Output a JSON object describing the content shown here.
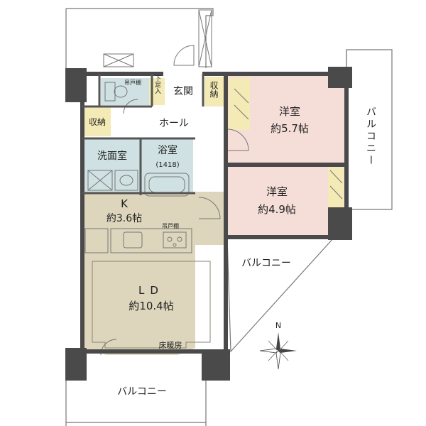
{
  "rooms": {
    "genkan": "玄関",
    "getabako": "下足入",
    "shuno_entry": "収納",
    "shuno_hall": "収納",
    "hall": "ホール",
    "toilet_shelf": "吊戸棚",
    "senmen": "洗面室",
    "yokushitsu": "浴室",
    "bath_size": "(1418)",
    "kitchen_name": "K",
    "kitchen_size": "約3.6帖",
    "kitchen_shelf": "吊戸棚",
    "ld_name": "LD",
    "ld_size": "約10.4帖",
    "floor_heating": "床暖房",
    "youshitsu1_name": "洋室",
    "youshitsu1_size": "約5.7帖",
    "youshitsu2_name": "洋室",
    "youshitsu2_size": "約4.9帖"
  },
  "balconies": {
    "right": "バルコニー",
    "middle": "バルコニー",
    "bottom": "バルコニー"
  },
  "compass": {
    "north": "N"
  },
  "colors": {
    "wall": "#4a4a4a",
    "ld_floor": "#ddd6bd",
    "wet_area": "#cfe1e3",
    "bedroom": "#f5ddd8",
    "storage": "#f3eab5",
    "outline": "#666666"
  }
}
